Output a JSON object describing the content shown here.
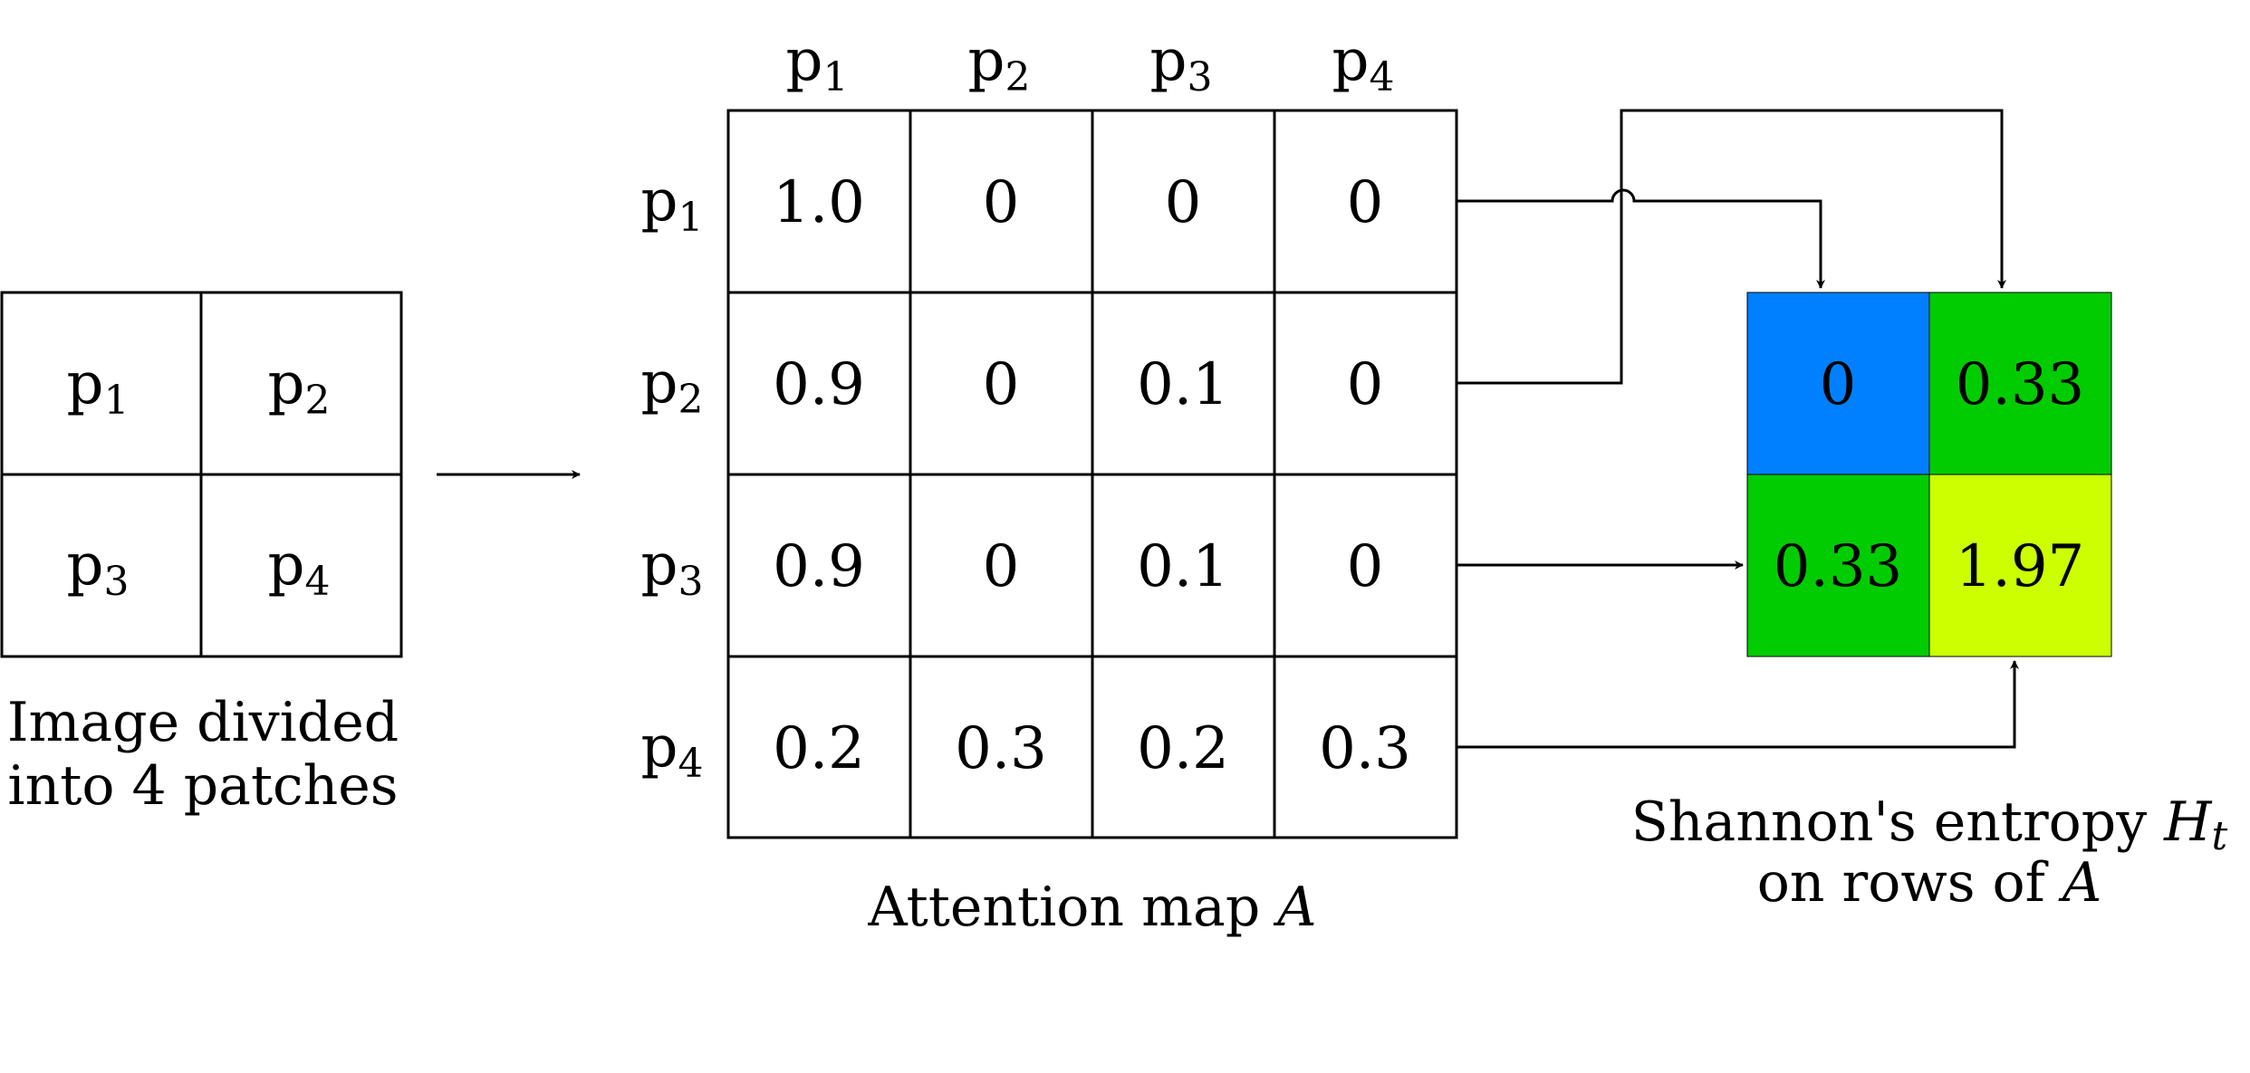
{
  "image_grid": {
    "cells": [
      {
        "base": "p",
        "sub": "1"
      },
      {
        "base": "p",
        "sub": "2"
      },
      {
        "base": "p",
        "sub": "3"
      },
      {
        "base": "p",
        "sub": "4"
      }
    ],
    "caption_line1": "Image divided",
    "caption_line2": "into 4 patches"
  },
  "attention_map": {
    "col_headers": [
      {
        "base": "p",
        "sub": "1"
      },
      {
        "base": "p",
        "sub": "2"
      },
      {
        "base": "p",
        "sub": "3"
      },
      {
        "base": "p",
        "sub": "4"
      }
    ],
    "row_headers": [
      {
        "base": "p",
        "sub": "1"
      },
      {
        "base": "p",
        "sub": "2"
      },
      {
        "base": "p",
        "sub": "3"
      },
      {
        "base": "p",
        "sub": "4"
      }
    ],
    "rows": [
      [
        "1.0",
        "0",
        "0",
        "0"
      ],
      [
        "0.9",
        "0",
        "0.1",
        "0"
      ],
      [
        "0.9",
        "0",
        "0.1",
        "0"
      ],
      [
        "0.2",
        "0.3",
        "0.2",
        "0.3"
      ]
    ],
    "caption_text": "Attention map ",
    "caption_symbol": "A"
  },
  "entropy": {
    "cells": [
      {
        "value": "0",
        "color": "#0080FF"
      },
      {
        "value": "0.33",
        "color": "#00CC00"
      },
      {
        "value": "0.33",
        "color": "#00CC00"
      },
      {
        "value": "1.97",
        "color": "#CCFF00"
      }
    ],
    "caption_line1_text": "Shannon's entropy ",
    "caption_line1_symbol": "H",
    "caption_line1_sub": "t",
    "caption_line2_text": "on rows of ",
    "caption_line2_symbol": "A"
  }
}
